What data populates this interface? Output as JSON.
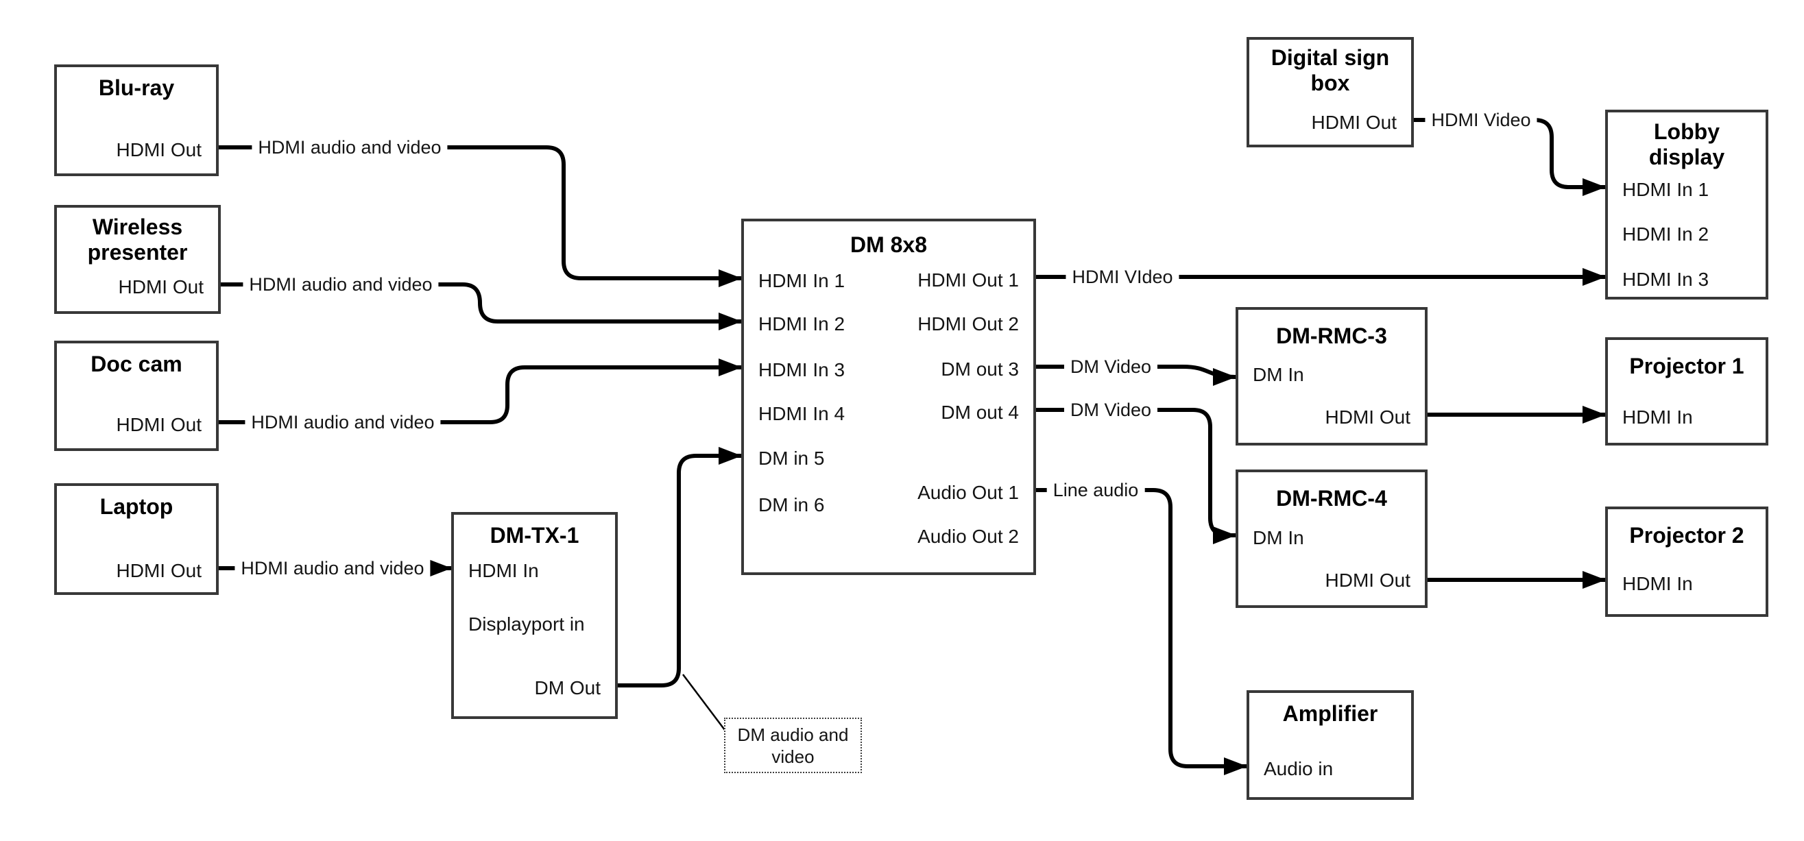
{
  "diagram": {
    "background": "#ffffff",
    "line_color": "#000000",
    "box_border_color": "#383838"
  },
  "nodes": {
    "bluray": {
      "title": "Blu-ray",
      "ports": {
        "hdmi_out": "HDMI Out"
      }
    },
    "wireless": {
      "title": "Wireless\npresenter",
      "ports": {
        "hdmi_out": "HDMI Out"
      }
    },
    "doccam": {
      "title": "Doc cam",
      "ports": {
        "hdmi_out": "HDMI Out"
      }
    },
    "laptop": {
      "title": "Laptop",
      "ports": {
        "hdmi_out": "HDMI Out"
      }
    },
    "dmtx1": {
      "title": "DM-TX-1",
      "ports": {
        "hdmi_in": "HDMI In",
        "displayport_in": "Displayport in",
        "dm_out": "DM Out"
      }
    },
    "dm8x8": {
      "title": "DM 8x8",
      "ports_left": [
        "HDMI In 1",
        "HDMI In 2",
        "HDMI In 3",
        "HDMI In 4",
        "DM in 5",
        "DM in 6"
      ],
      "ports_right": [
        "HDMI Out 1",
        "HDMI Out 2",
        "DM out 3",
        "DM out 4",
        "Audio Out 1",
        "Audio Out 2"
      ]
    },
    "digital_sign": {
      "title": "Digital sign\nbox",
      "ports": {
        "hdmi_out": "HDMI Out"
      }
    },
    "lobby": {
      "title": "Lobby\ndisplay",
      "ports_left": [
        "HDMI In 1",
        "HDMI In 2",
        "HDMI In 3"
      ]
    },
    "dmrmc3": {
      "title": "DM-RMC-3",
      "ports": {
        "dm_in": "DM In",
        "hdmi_out": "HDMI Out"
      }
    },
    "proj1": {
      "title": "Projector 1",
      "ports": {
        "hdmi_in": "HDMI In"
      }
    },
    "dmrmc4": {
      "title": "DM-RMC-4",
      "ports": {
        "dm_in": "DM In",
        "hdmi_out": "HDMI Out"
      }
    },
    "proj2": {
      "title": "Projector 2",
      "ports": {
        "hdmi_in": "HDMI In"
      }
    },
    "amplifier": {
      "title": "Amplifier",
      "ports": {
        "audio_in": "Audio in"
      }
    }
  },
  "links": {
    "bluray_to_dm8x8": {
      "label": "HDMI audio and video"
    },
    "wireless_to_dm8x8": {
      "label": "HDMI audio and video"
    },
    "doccam_to_dm8x8": {
      "label": "HDMI audio and video"
    },
    "laptop_to_dmtx1": {
      "label": "HDMI audio and video"
    },
    "dm8x8_out1_to_lobby": {
      "label": "HDMI VIdeo"
    },
    "dm8x8_out3_to_dmrmc3": {
      "label": "DM Video"
    },
    "dm8x8_out4_to_dmrmc4": {
      "label": "DM Video"
    },
    "dm8x8_audio1_to_amplifier": {
      "label": "Line audio"
    },
    "digital_sign_to_lobby": {
      "label": "HDMI Video"
    }
  },
  "callout": {
    "text": "DM audio and\nvideo"
  }
}
